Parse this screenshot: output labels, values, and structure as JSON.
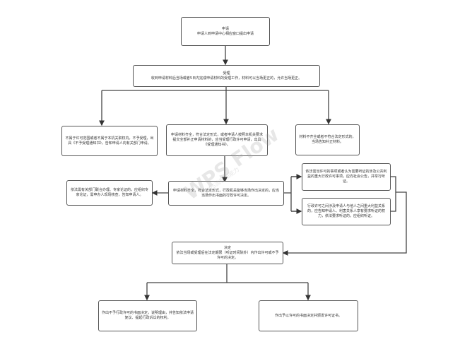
{
  "nodes": {
    "apply": {
      "title": "申请",
      "text": "申请人到申请中心相应窗口提出申请"
    },
    "accept": {
      "title": "受理",
      "text": "收到申请材料后当场或者5日内完成申请材料的受理工作，材料可以当场更正的，允许当场更正。"
    },
    "reject_scope": {
      "text": "不属于许可范围或者不属于本机关职权内，不予受理，出具《不予受理通知书》，告知申请人向有关部门申请。"
    },
    "complete": {
      "text": "申请材料齐全，符合法定形式，或者申请人按照本机关要求提交全部补正申请材料的，应当受理行政许可申请，出具《受理通知书》。"
    },
    "supplement": {
      "text": "材料不齐全或者不符合法定形式的，当场告知补正材料。"
    },
    "review": {
      "text": "申请材料齐全，符合法定形式，行政机关能够当场作出决定的，应当当场作出书面的行政许可决定。"
    },
    "expert": {
      "text": "依法需有关部门联合办理、专家论证的，应组织专家论证，需申办人现场核查，告知申请人。"
    },
    "public": {
      "text": "依法需当许可的事项或者认为需要听证的涉及公共利益的重大行政许可事项，应向社会公告，并举行听证。"
    },
    "hearing": {
      "text": "行政许可之间涉及申请人与他人之间重大利益关系的，应告知申请人、利害关系人享有要求听证的权力，依法要求听证的，应组织听证。"
    },
    "decision": {
      "title": "决定",
      "text": "依法当场或受理后在法定期限（听证时间除外）内作出许可或不予许可的决定。"
    },
    "deny": {
      "text": "作出不予行政许可的书面决定，说明理由，并告知依法申请复议、提起行政诉讼的权利。"
    },
    "grant": {
      "text": "作出予以许可的书面决定并颁发许可证书。"
    }
  },
  "watermark": {
    "main": "WPS Flow",
    "sub": "WPS流程图能力"
  }
}
